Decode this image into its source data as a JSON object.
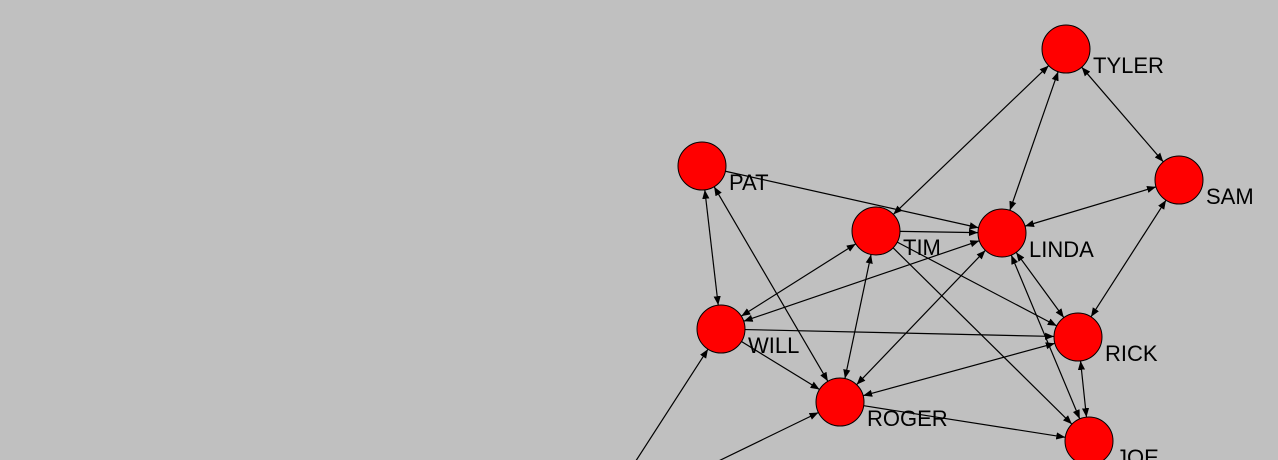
{
  "colors": {
    "background": "#c0c0c0",
    "node_fill": "#ff0000",
    "edge": "#000000"
  },
  "nodes": [
    {
      "id": "TYLER",
      "label": "TYLER"
    },
    {
      "id": "PAT",
      "label": "PAT"
    },
    {
      "id": "SAM",
      "label": "SAM"
    },
    {
      "id": "TIM",
      "label": "TIM"
    },
    {
      "id": "LINDA",
      "label": "LINDA"
    },
    {
      "id": "WILL",
      "label": "WILL"
    },
    {
      "id": "RICK",
      "label": "RICK"
    },
    {
      "id": "ROGER",
      "label": "ROGER"
    },
    {
      "id": "JOE",
      "label": "JOE"
    },
    {
      "id": "OFFSCREEN_A",
      "label": ""
    },
    {
      "id": "OFFSCREEN_B",
      "label": ""
    }
  ],
  "edges": [
    {
      "from": "TIM",
      "to": "TYLER",
      "directed": "both"
    },
    {
      "from": "LINDA",
      "to": "TYLER",
      "directed": "both"
    },
    {
      "from": "TYLER",
      "to": "SAM",
      "directed": "both"
    },
    {
      "from": "PAT",
      "to": "LINDA",
      "directed": "forward"
    },
    {
      "from": "PAT",
      "to": "WILL",
      "directed": "both"
    },
    {
      "from": "ROGER",
      "to": "PAT",
      "directed": "both"
    },
    {
      "from": "TIM",
      "to": "LINDA",
      "directed": "forward"
    },
    {
      "from": "LINDA",
      "to": "SAM",
      "directed": "both"
    },
    {
      "from": "SAM",
      "to": "RICK",
      "directed": "both"
    },
    {
      "from": "WILL",
      "to": "TIM",
      "directed": "both"
    },
    {
      "from": "TIM",
      "to": "ROGER",
      "directed": "both"
    },
    {
      "from": "WILL",
      "to": "LINDA",
      "directed": "both"
    },
    {
      "from": "TIM",
      "to": "RICK",
      "directed": "forward"
    },
    {
      "from": "TIM",
      "to": "JOE",
      "directed": "forward"
    },
    {
      "from": "LINDA",
      "to": "RICK",
      "directed": "both"
    },
    {
      "from": "LINDA",
      "to": "ROGER",
      "directed": "both"
    },
    {
      "from": "LINDA",
      "to": "JOE",
      "directed": "both"
    },
    {
      "from": "WILL",
      "to": "RICK",
      "directed": "forward"
    },
    {
      "from": "WILL",
      "to": "ROGER",
      "directed": "forward"
    },
    {
      "from": "ROGER",
      "to": "RICK",
      "directed": "both"
    },
    {
      "from": "RICK",
      "to": "JOE",
      "directed": "both"
    },
    {
      "from": "ROGER",
      "to": "JOE",
      "directed": "forward"
    },
    {
      "from": "OFFSCREEN_A",
      "to": "WILL",
      "directed": "forward"
    },
    {
      "from": "OFFSCREEN_B",
      "to": "ROGER",
      "directed": "forward"
    }
  ]
}
